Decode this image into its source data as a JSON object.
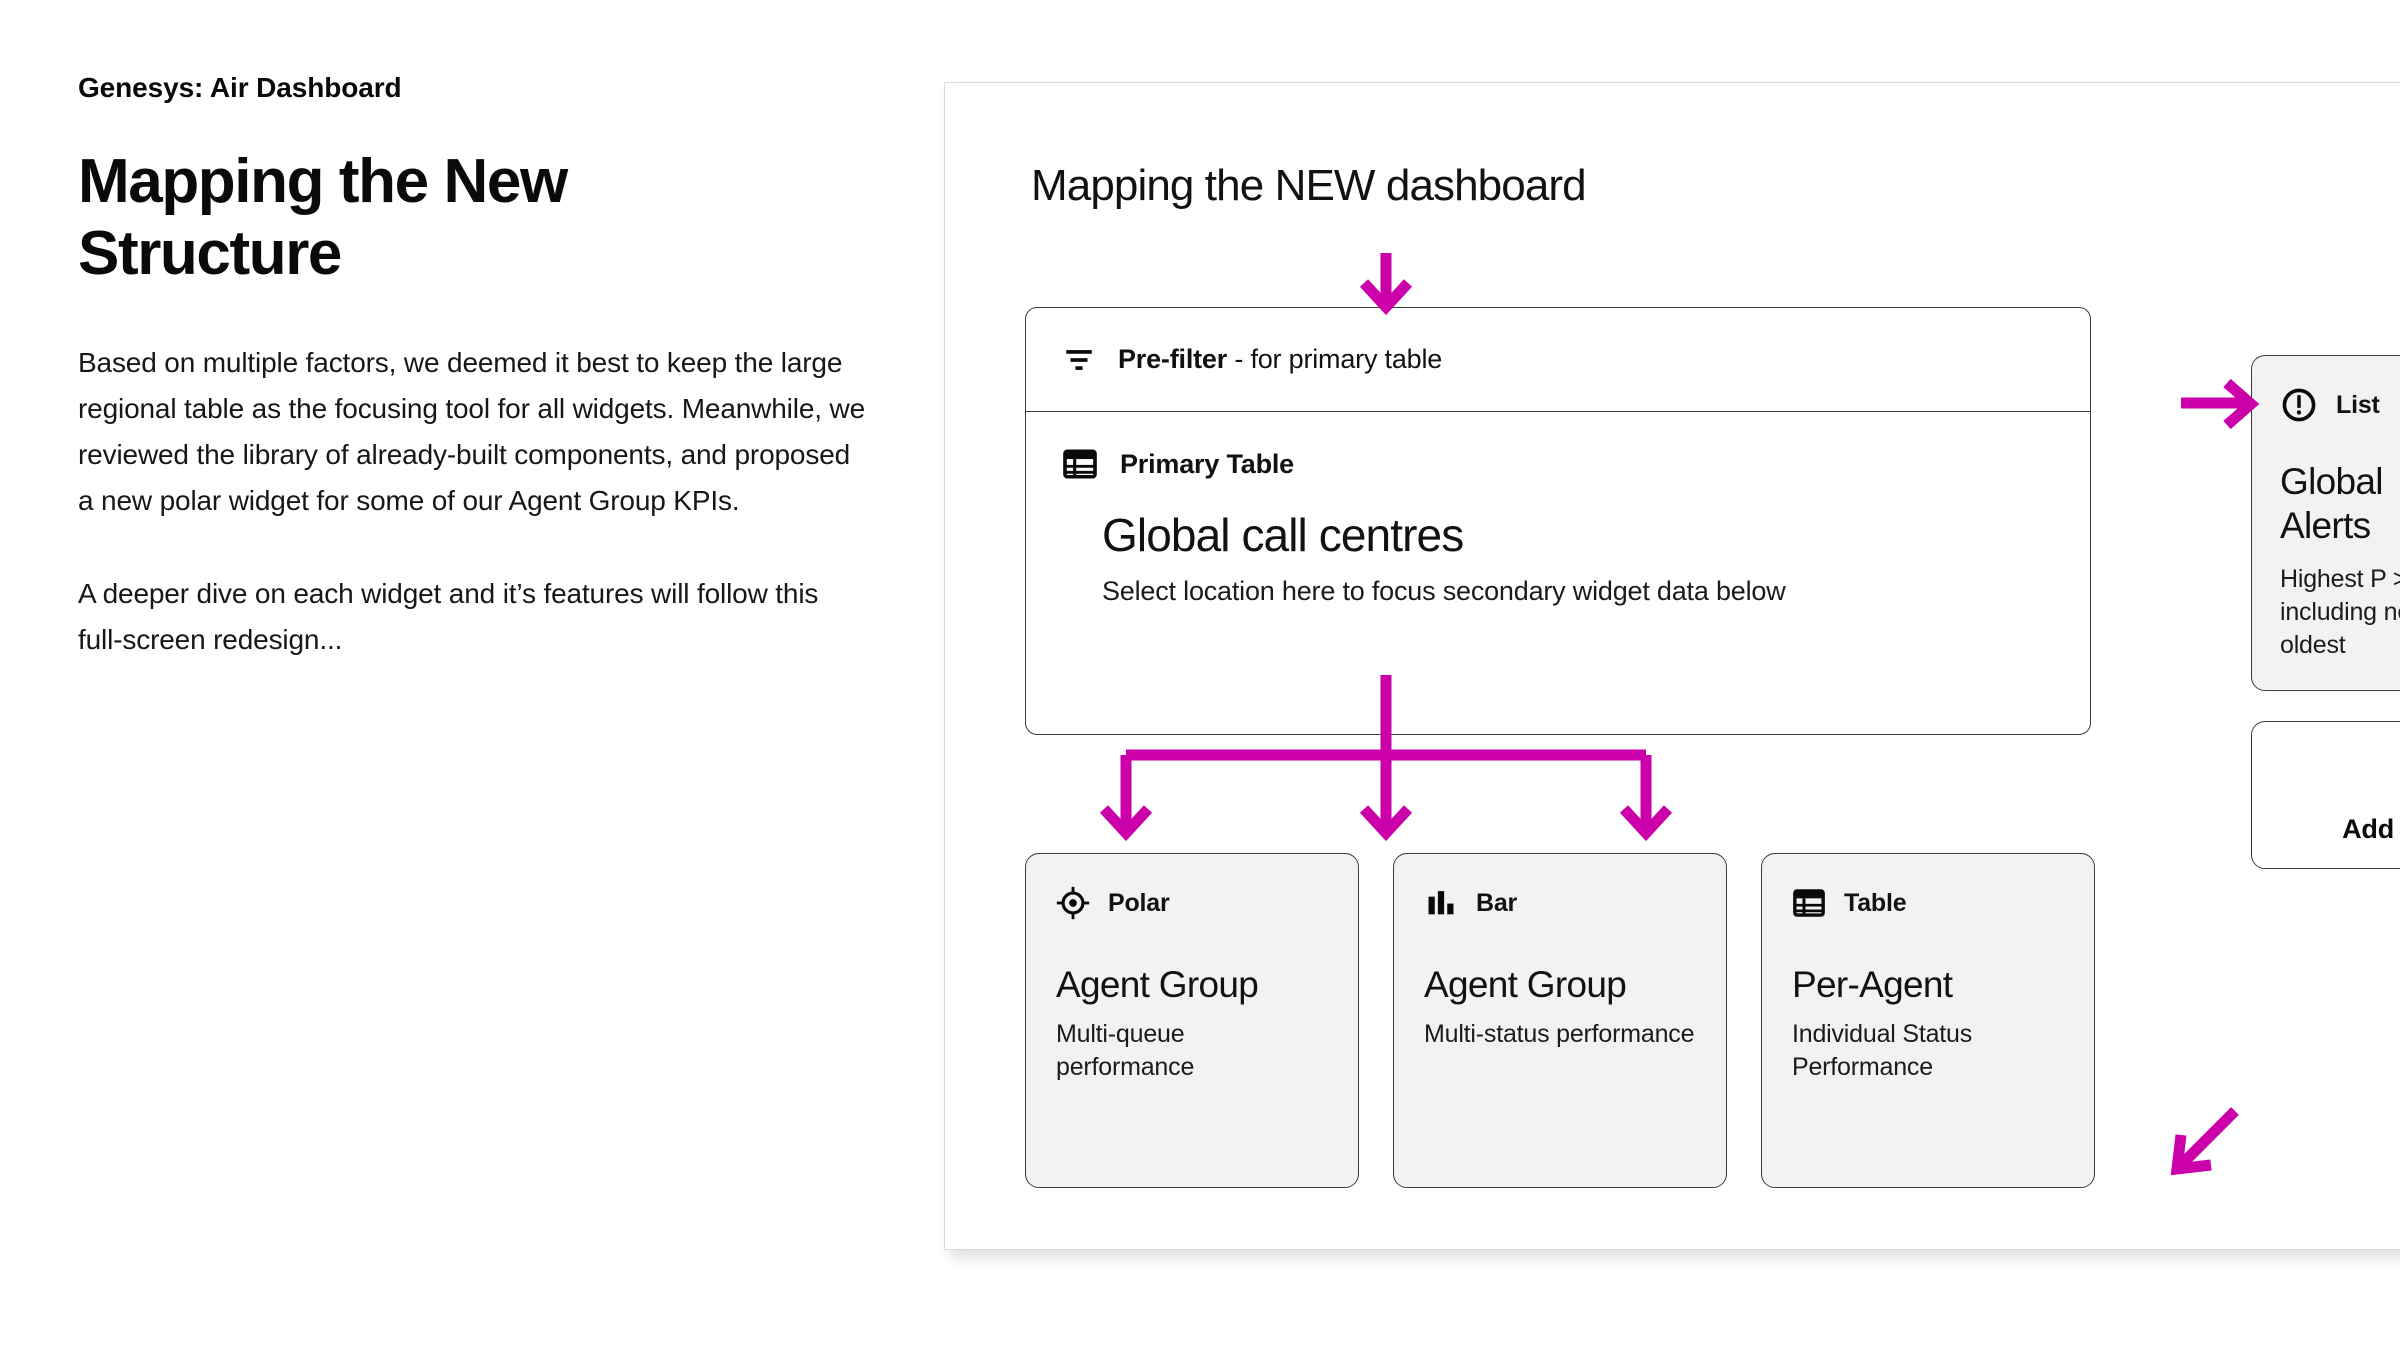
{
  "theme": {
    "accent_magenta": "#CC00AA",
    "card_fill": "#F2F2F2",
    "border": "#3C3C3C",
    "text": "#111213",
    "page_bg": "#FFFFFF"
  },
  "left": {
    "eyebrow": "Genesys: Air Dashboard",
    "headline": "Mapping the New Structure",
    "paragraphs": [
      "Based on multiple factors, we deemed it best to keep the large regional table as the focusing tool for all widgets. Meanwhile, we reviewed the library of already-built components, and proposed a new polar widget for some of our Agent Group KPIs.",
      "A deeper dive on each widget and it’s features will follow this full-screen redesign..."
    ]
  },
  "panel": {
    "title": "Mapping the NEW dashboard",
    "prefilter": {
      "icon": "filter-icon",
      "label_bold": "Pre-filter",
      "label_rest": " - for primary table"
    },
    "primary": {
      "icon": "table-icon",
      "kind": "Primary Table",
      "title": "Global call centres",
      "description": "Select location here to focus secondary widget data below"
    },
    "widgets": [
      {
        "icon": "polar-target-icon",
        "kind": "Polar",
        "title": "Agent Group",
        "description": "Multi-queue performance"
      },
      {
        "icon": "bar-chart-icon",
        "kind": "Bar",
        "title": "Agent Group",
        "description": "Multi-status performance"
      },
      {
        "icon": "table-icon",
        "kind": "Table",
        "title": "Per-Agent",
        "description": "Individual Status Performance"
      }
    ],
    "alerts": {
      "icon": "alert-exclamation-icon",
      "kind": "List",
      "title": "Global Alerts",
      "description": "Highest P > lowest P, including newest to oldest"
    },
    "add_widget": {
      "icon": "plus-icon",
      "label": "Add Widget"
    }
  }
}
